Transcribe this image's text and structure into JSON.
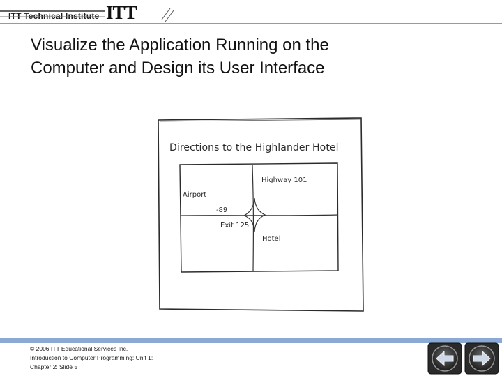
{
  "header": {
    "brand_text": "ITT Technical Institute",
    "brand_logo": "ITT"
  },
  "slide": {
    "title_line1": "Visualize the Application Running on the",
    "title_line2": "Computer and Design its User Interface"
  },
  "sketch": {
    "title": "Directions to the Highlander Hotel",
    "labels": {
      "highway": "Highway 101",
      "airport": "Airport",
      "interstate": "I-89",
      "exit": "Exit 125",
      "hotel": "Hotel"
    }
  },
  "footer": {
    "line1": "© 2006 ITT Educational Services Inc.",
    "line2": "Introduction to Computer Programming: Unit 1:",
    "line3": "Chapter 2: Slide 5",
    "bar_color": "#8aa9d4"
  },
  "nav": {
    "back_icon": "left-arrow-icon",
    "forward_icon": "right-arrow-icon"
  }
}
